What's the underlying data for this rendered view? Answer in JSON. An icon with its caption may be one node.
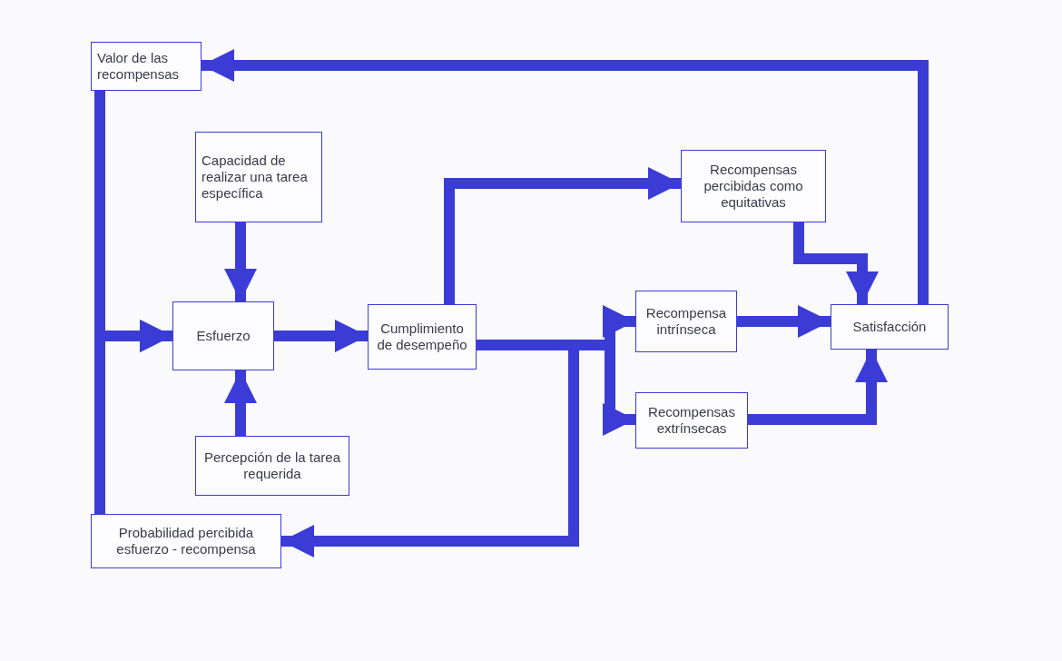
{
  "diagram": {
    "nodes": [
      {
        "text": [
          "Valor de las recompensas"
        ]
      },
      {
        "text": [
          "Capacidad de realizar una tarea específica"
        ]
      },
      {
        "text": [
          "Esfuerzo"
        ]
      },
      {
        "text": [
          "Percepción de la tarea requerida"
        ]
      },
      {
        "text": [
          "Cumplimiento de desempeño"
        ]
      },
      {
        "text": [
          "Recompensas percibidas como equitativas"
        ]
      },
      {
        "text": [
          "Recompensa intrínseca"
        ]
      },
      {
        "text": [
          "Recompensas extrínsecas"
        ]
      },
      {
        "text": [
          "Satisfacción"
        ]
      },
      {
        "text": [
          "Probabilidad percibida esfuerzo - recompensa"
        ]
      }
    ],
    "edges": [
      {
        "from": 8,
        "to": 0,
        "arrow": "to"
      },
      {
        "from": 0,
        "to": 2,
        "arrow": "to"
      },
      {
        "from": 9,
        "to": 2,
        "arrow": "to"
      },
      {
        "from": 1,
        "to": 2,
        "arrow": "to"
      },
      {
        "from": 3,
        "to": 2,
        "arrow": "to"
      },
      {
        "from": 2,
        "to": 4,
        "arrow": "to"
      },
      {
        "from": 4,
        "to": 5,
        "arrow": "to"
      },
      {
        "from": 4,
        "to": 6,
        "arrow": "to"
      },
      {
        "from": 4,
        "to": 7,
        "arrow": "to"
      },
      {
        "from": 4,
        "to": 9,
        "arrow": "to"
      },
      {
        "from": 5,
        "to": 8,
        "arrow": "to"
      },
      {
        "from": 6,
        "to": 8,
        "arrow": "to"
      },
      {
        "from": 7,
        "to": 8,
        "arrow": "to"
      }
    ]
  }
}
